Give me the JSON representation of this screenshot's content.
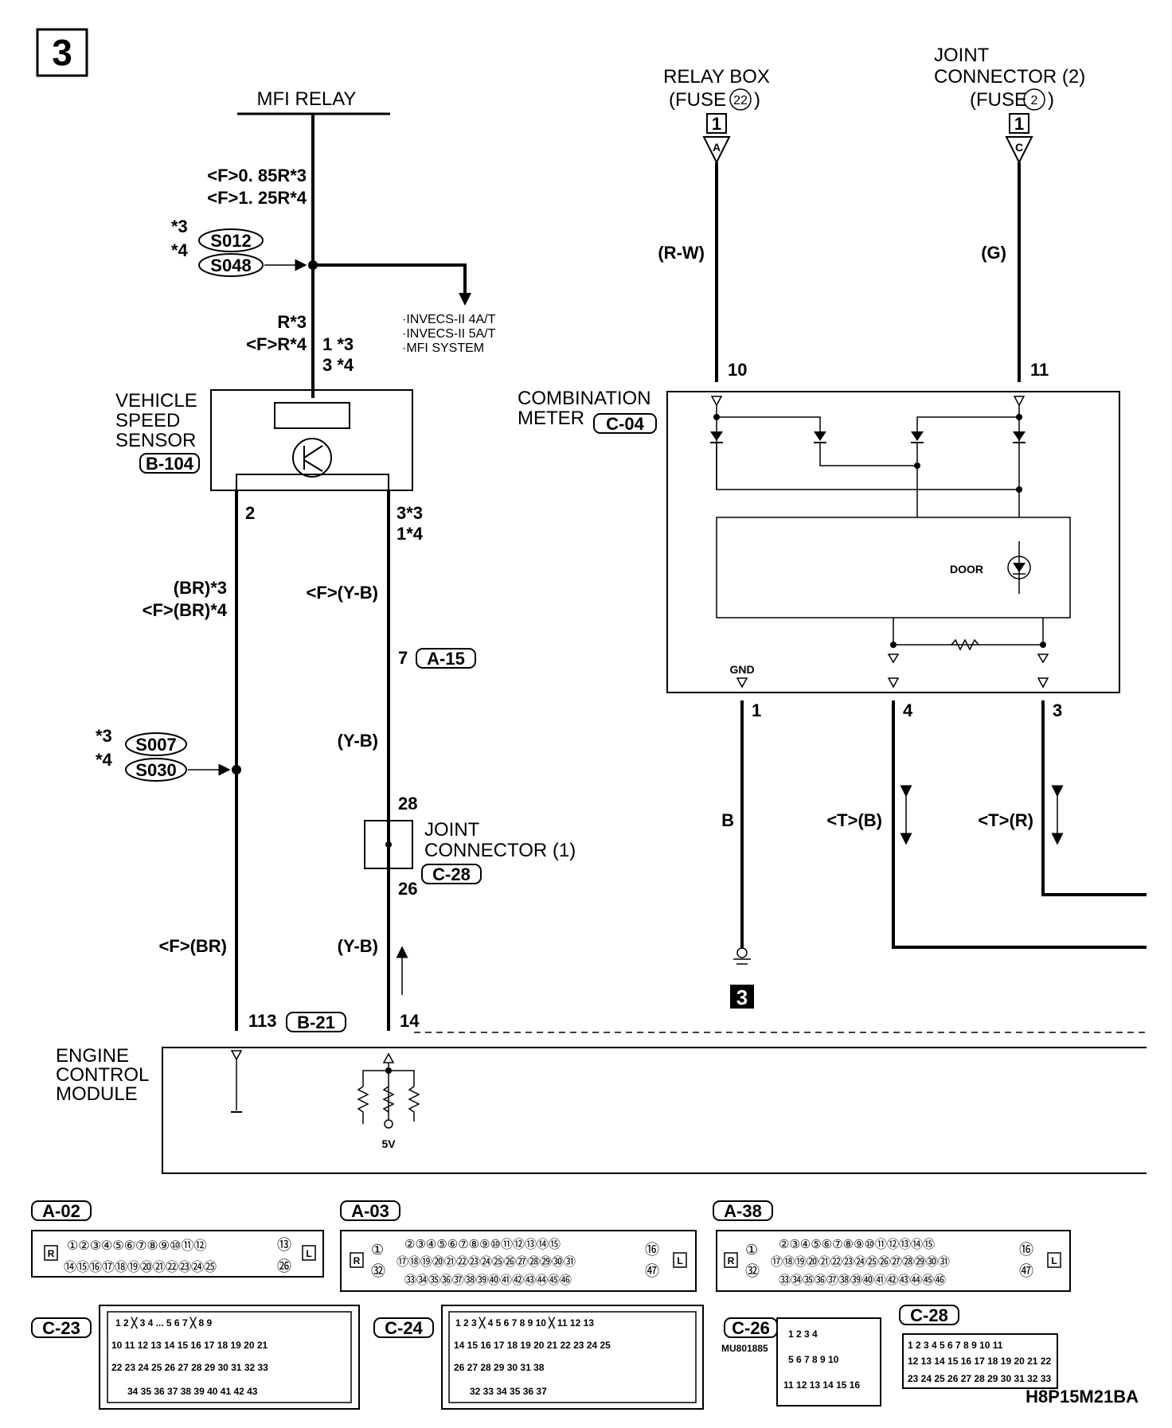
{
  "page_number": "3",
  "figure_code": "H8P15M21BA",
  "mfi_relay": {
    "title": "MFI RELAY",
    "wire_a": "<F>0. 85R*3",
    "wire_b": "<F>1. 25R*4",
    "splice_note_1": "*3",
    "splice_1": "S012",
    "splice_note_2": "*4",
    "splice_2": "S048",
    "branch_1": "·INVECS-II 4A/T",
    "branch_2": "·INVECS-II 5A/T",
    "branch_3": "·MFI SYSTEM",
    "wire_c": "R*3",
    "wire_d": "<F>R*4",
    "pin_a": "1 *3",
    "pin_b": "3 *4"
  },
  "vehicle_speed_sensor": {
    "line1": "VEHICLE",
    "line2": "SPEED",
    "line3": "SENSOR",
    "connector": "B-104",
    "pin_left": "2",
    "pin_right_a": "3*3",
    "pin_right_b": "1*4",
    "wire_left_a": "(BR)*3",
    "wire_left_b": "<F>(BR)*4",
    "wire_right": "<F>(Y-B)",
    "inline_pin": "7",
    "inline_connector": "A-15",
    "wire_right_2": "(Y-B)",
    "splice_note_1": "*3",
    "splice_1": "S007",
    "splice_note_2": "*4",
    "splice_2": "S030"
  },
  "joint_connector_1": {
    "pin_top": "28",
    "line1": "JOINT",
    "line2": "CONNECTOR (1)",
    "connector": "C-28",
    "pin_bottom": "26",
    "wire_left": "<F>(BR)",
    "wire_right": "(Y-B)"
  },
  "ecm": {
    "line1": "ENGINE",
    "line2": "CONTROL",
    "line3": "MODULE",
    "pin_left": "113",
    "connector": "B-21",
    "pin_right": "14",
    "voltage": "5V"
  },
  "relay_box": {
    "line1": "RELAY BOX",
    "line2": "(FUSE",
    "fuse_num": "22",
    "line2_end": ")",
    "box_num": "1",
    "letter": "A",
    "wire": "(R-W)",
    "pin": "10"
  },
  "joint_connector_2": {
    "line1": "JOINT",
    "line2": "CONNECTOR (2)",
    "line3": "(FUSE",
    "fuse_num": "2",
    "line3_end": ")",
    "box_num": "1",
    "letter": "C",
    "wire": "(G)",
    "pin": "11"
  },
  "combination_meter": {
    "line1": "COMBINATION",
    "line2": "METER",
    "connector": "C-04",
    "door_label": "DOOR",
    "gnd_label": "GND",
    "pin_gnd": "1",
    "pin_4": "4",
    "pin_3": "3",
    "wire_gnd": "B",
    "wire_4": "<T>(B)",
    "wire_3": "<T>(R)",
    "ground_ref": "3"
  },
  "connectors_row1": [
    {
      "id": "A-02",
      "top": "①②③④⑤⑥⑦⑧⑨⑩⑪⑫",
      "bottom": "⑭⑮⑯⑰⑱⑲⑳㉑㉒㉓㉔㉕",
      "right_top": "⑬",
      "right_bottom": "㉖",
      "left_tag": "R",
      "right_tag": "L"
    },
    {
      "id": "A-03",
      "top": "②③④⑤⑥⑦⑧⑨⑩⑪⑫⑬⑭⑮",
      "middle": "⑰⑱⑲⑳㉑㉒㉓㉔㉕㉖㉗㉘㉙㉚㉛",
      "bottom": "㉝㉞㉟㊱㊲㊳㊴㊵㊶㊷㊸㊹㊺㊻",
      "left_top": "①",
      "left_bottom": "㉜",
      "right_top": "⑯",
      "right_bottom": "㊼",
      "left_tag": "R",
      "right_tag": "L"
    },
    {
      "id": "A-38",
      "top": "②③④⑤⑥⑦⑧⑨⑩⑪⑫⑬⑭⑮",
      "middle": "⑰⑱⑲⑳㉑㉒㉓㉔㉕㉖㉗㉘㉙㉚㉛",
      "bottom": "㉝㉞㉟㊱㊲㊳㊴㊵㊶㊷㊸㊹㊺㊻",
      "left_top": "①",
      "left_bottom": "㉜",
      "right_top": "⑯",
      "right_bottom": "㊼",
      "left_tag": "R",
      "right_tag": "L"
    }
  ],
  "connectors_row2": [
    {
      "id": "C-23",
      "rows": [
        "1 2 ╳ 3 4 ... 5 6 7 ╳ 8 9",
        "10 11 12 13 14 15 16 17 18 19 20 21",
        "22 23 24 25 26 27 28 29 30 31 32 33",
        "34 35 36 37 38 39 40 41 42 43"
      ]
    },
    {
      "id": "C-24",
      "rows": [
        "1 2 3 ╳ 4 5 6 7 8 9 10 ╳ 11 12 13",
        "14 15 16 17 18 19 20 21 22 23 24 25",
        "26 27 28 29 30 31 38",
        "32 33 34 35 36 37"
      ]
    },
    {
      "id": "C-26",
      "part": "MU801885",
      "rows": [
        "1 2 3 4",
        "5 6 7 8 9 10",
        "11 12 13 14 15 16"
      ]
    },
    {
      "id": "C-28",
      "rows": [
        "1 2 3 4 5 6 7 8 9 10 11",
        "12 13 14 15 16 17 18 19 20 21 22",
        "23 24 25 26 27 28 29 30 31 32 33"
      ]
    }
  ]
}
